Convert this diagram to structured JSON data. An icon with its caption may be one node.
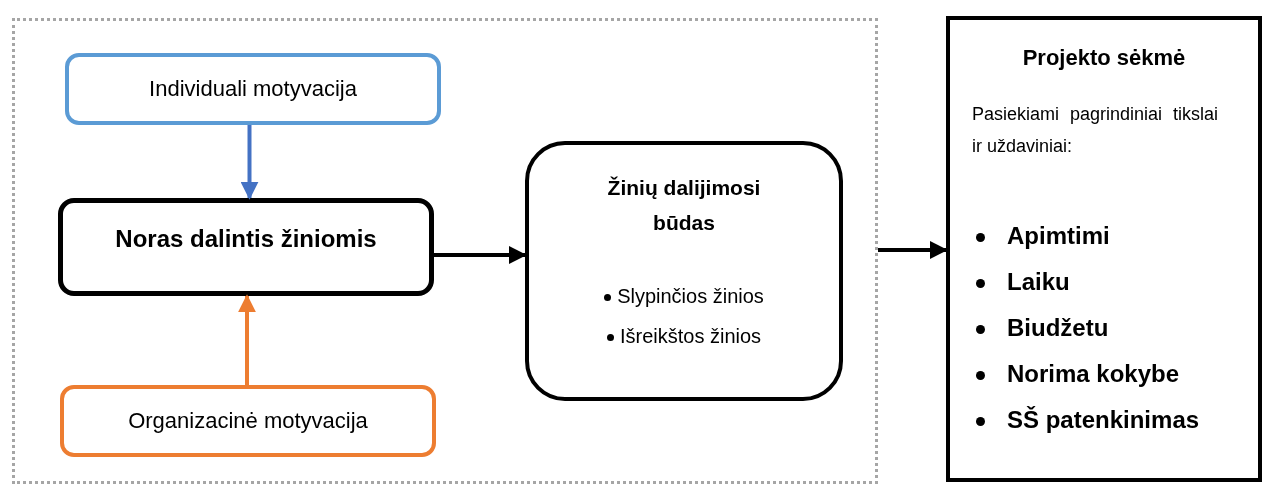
{
  "diagram": {
    "nodes": [
      {
        "text": [],
        "shape": "box"
      },
      {
        "text": [
          "Individuali motyvacija"
        ],
        "in": 0
      },
      {
        "text": [
          "Noras dalintis žiniomis"
        ],
        "in": 0
      },
      {
        "text": [
          "Organizacinė motyvacija"
        ],
        "in": 0
      },
      {
        "text": [
          "Žinių dalijimosi būdas",
          "Slypinčios žinios",
          "Išreikštos žinios"
        ],
        "in": 0
      },
      {
        "text": [
          "Projekto sėkmė",
          "Pasiekiami pagrindiniai tikslai ir uždaviniai:",
          "Apimtimi",
          "Laiku",
          "Biudžetu",
          "Norima kokybe",
          "SŠ patenkinimas"
        ]
      }
    ],
    "edges": [
      {
        "from": 1,
        "to": 2,
        "arrow": "to",
        "color": "#4472c4"
      },
      {
        "from": 3,
        "to": 2,
        "arrow": "to",
        "color": "#ed7d31"
      },
      {
        "from": 2,
        "to": 4,
        "arrow": "to"
      },
      {
        "from": 0,
        "to": 5,
        "arrow": "to"
      }
    ]
  }
}
